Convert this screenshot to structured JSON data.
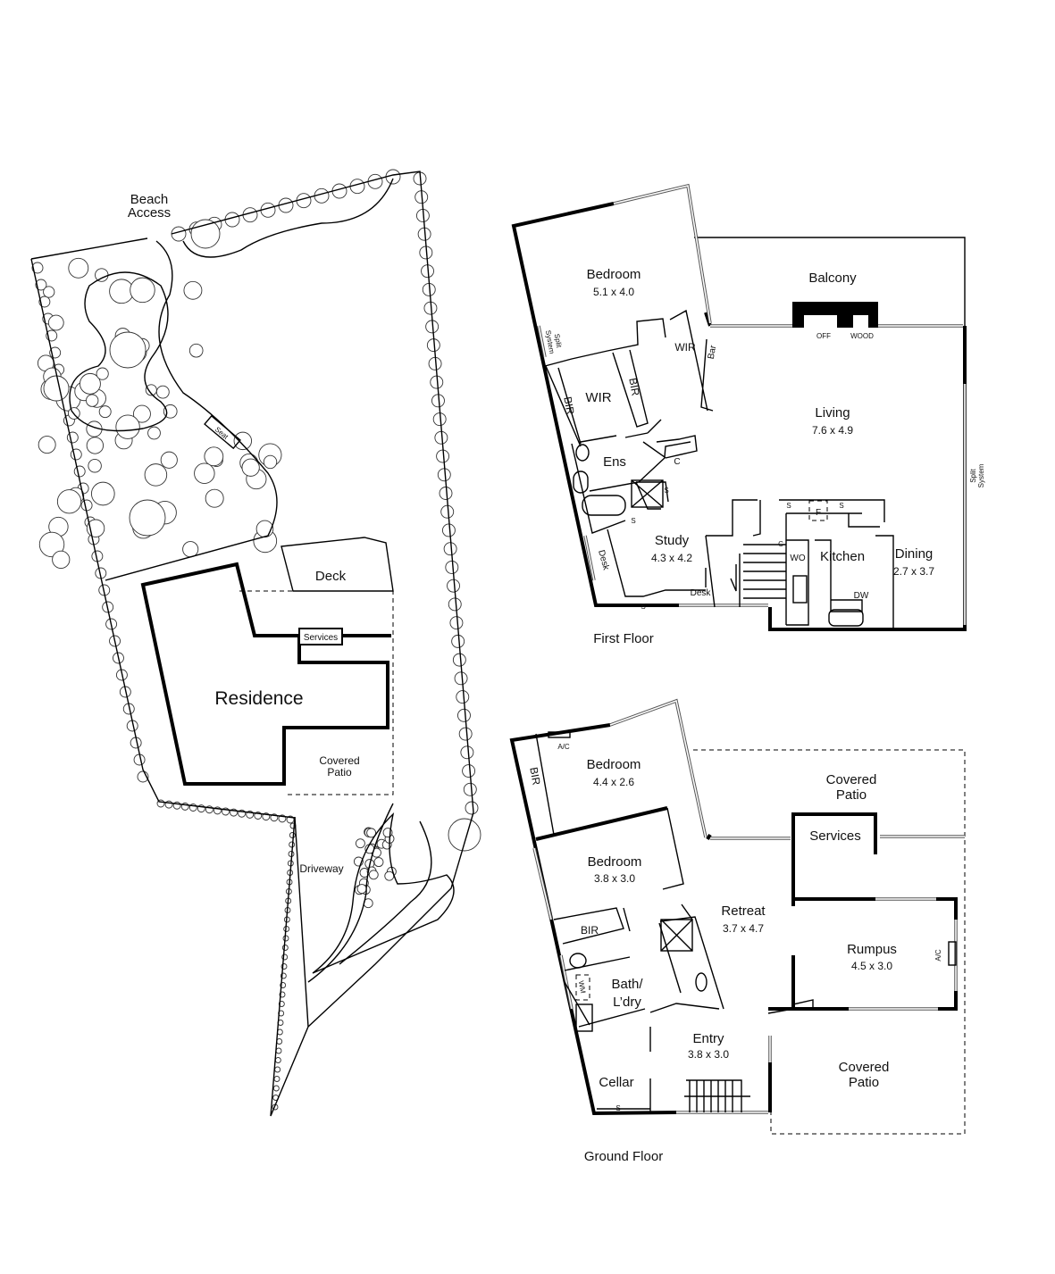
{
  "site_plan": {
    "beach_access": [
      "Beach",
      "Access"
    ],
    "seat": "Seat",
    "deck": "Deck",
    "services": "Services",
    "residence": "Residence",
    "covered_patio": [
      "Covered",
      "Patio"
    ],
    "driveway": "Driveway"
  },
  "first_floor": {
    "title": "First Floor",
    "bedroom": {
      "name": "Bedroom",
      "size": "5.1 x 4.0"
    },
    "split_system_left": [
      "Split",
      "System"
    ],
    "wir_main": "WIR",
    "bir_left": "BIR",
    "bir_right": "BIR",
    "wir_small": "WIR",
    "bar": "Bar",
    "balcony": "Balcony",
    "fireplace_off": "OFF",
    "fireplace_wood": "WOOD",
    "living": {
      "name": "Living",
      "size": "7.6 x 4.9"
    },
    "ens": "Ens",
    "cupboard": "C",
    "shelf_ens": "S",
    "shelf_bath": "S",
    "study": {
      "name": "Study",
      "size": "4.3 x 4.2"
    },
    "desk_side": "Desk",
    "desk_bottom": "Desk",
    "shelf_study": "S",
    "fridge": "F",
    "shelf_k1": "S",
    "shelf_k2": "S",
    "kitchen_c": "C",
    "wall_oven": "WO",
    "kitchen": "Kitchen",
    "dishwasher": "DW",
    "dining": {
      "name": "Dining",
      "size": "2.7 x 3.7"
    },
    "split_system_right": [
      "Split",
      "System"
    ]
  },
  "ground_floor": {
    "title": "Ground Floor",
    "ac_top": "A/C",
    "bir_top": "BIR",
    "bedroom1": {
      "name": "Bedroom",
      "size": "4.4 x 2.6"
    },
    "covered_patio_top": [
      "Covered",
      "Patio"
    ],
    "services": "Services",
    "bedroom2": {
      "name": "Bedroom",
      "size": "3.8 x 3.0"
    },
    "retreat": {
      "name": "Retreat",
      "size": "3.7 x 4.7"
    },
    "bir_mid": "BIR",
    "rumpus": {
      "name": "Rumpus",
      "size": "4.5 x 3.0"
    },
    "ac_rumpus": "A/C",
    "washing_machine": "WM",
    "bath_laundry": [
      "Bath/",
      "L’dry"
    ],
    "entry": {
      "name": "Entry",
      "size": "3.8 x 3.0"
    },
    "cellar": "Cellar",
    "shelf_cellar": "S",
    "covered_patio_bottom": [
      "Covered",
      "Patio"
    ]
  }
}
